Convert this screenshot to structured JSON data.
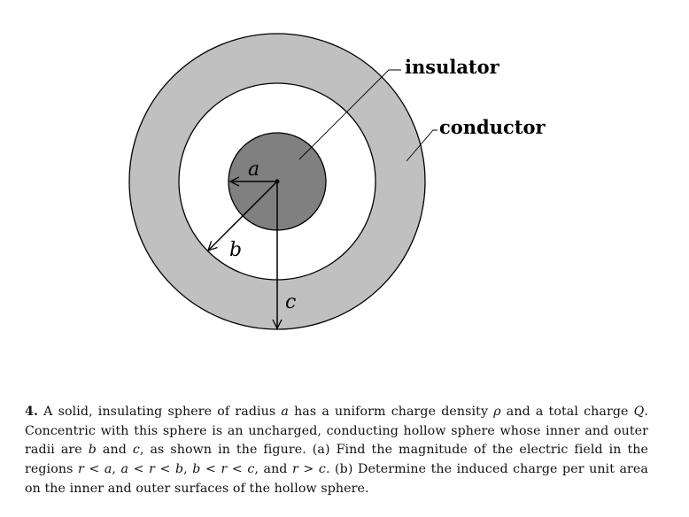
{
  "figure": {
    "labels": {
      "insulator": "insulator",
      "conductor": "conductor",
      "a": "a",
      "b": "b",
      "c": "c"
    },
    "colors": {
      "conductor_shell": "#c0c0c0",
      "insulator_sphere": "#808080",
      "cavity": "#ffffff",
      "outline": "#000000"
    }
  },
  "problem": {
    "number": "4.",
    "text": [
      " A solid, insulating sphere of radius ",
      {
        "i": "a"
      },
      " has a uniform charge density ",
      {
        "i": "ρ"
      },
      " and a total charge ",
      {
        "i": "Q"
      },
      ". Concentric with this sphere is an uncharged, conducting hollow sphere whose inner and outer radii are ",
      {
        "i": "b"
      },
      " and ",
      {
        "i": "c"
      },
      ", as shown in the figure. (a) Find the magnitude of the electric field in the regions ",
      {
        "i": "r"
      },
      " < ",
      {
        "i": "a"
      },
      ", ",
      {
        "i": "a"
      },
      " < ",
      {
        "i": "r"
      },
      " < ",
      {
        "i": "b"
      },
      ", ",
      {
        "i": "b"
      },
      " < ",
      {
        "i": "r"
      },
      " < ",
      {
        "i": "c"
      },
      ", and ",
      {
        "i": "r"
      },
      " > ",
      {
        "i": "c"
      },
      ". (b) Determine the induced charge per unit area on the inner and outer surfaces of the hollow sphere."
    ]
  }
}
